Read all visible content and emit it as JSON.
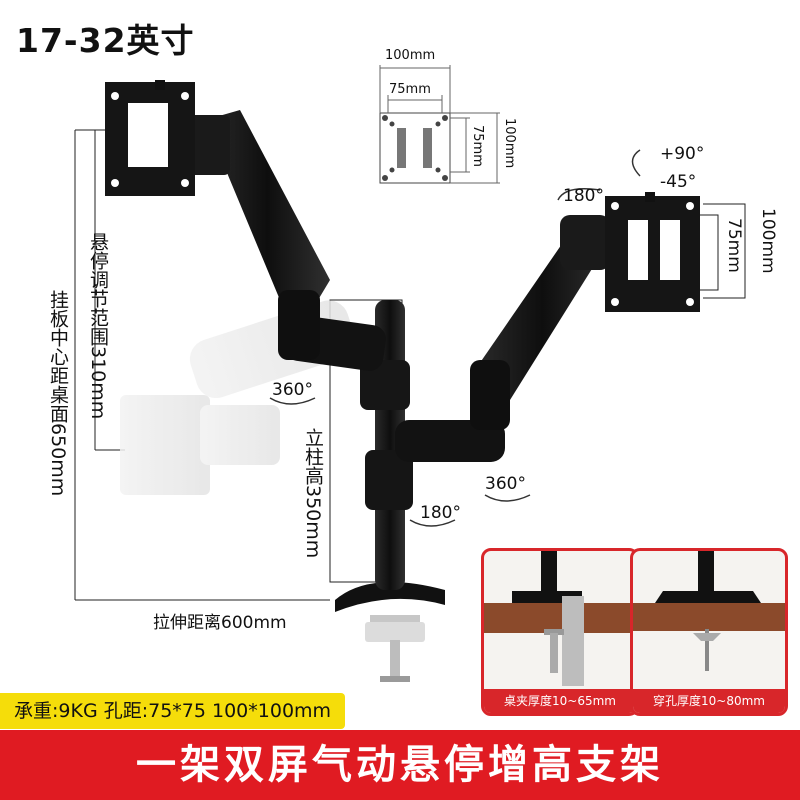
{
  "header": {
    "title": "17-32英寸"
  },
  "dimensions": {
    "panel_height": "挂板中心距桌面650mm",
    "hover_range": "悬停调节范围310mm",
    "pole_height": "立柱高350mm",
    "reach": "拉伸距离600mm"
  },
  "vesa_diagram": {
    "top_100": "100mm",
    "top_75": "75mm",
    "side_75": "75mm",
    "side_100": "100mm"
  },
  "right_plate": {
    "side_75": "75mm",
    "side_100": "100mm",
    "tilt_up": "+90°",
    "tilt_down": "-45°",
    "swivel": "180°"
  },
  "rotations": {
    "arm_left": "360°",
    "arm_right": "360°",
    "pole": "180°"
  },
  "install": {
    "clamp": "桌夹厚度10~65mm",
    "grommet": "穿孔厚度10~80mm"
  },
  "spec_bar": "承重:9KG  孔距:75*75 100*100mm",
  "banner": "一架双屏气动悬停增高支架",
  "colors": {
    "accent": "#e01b22",
    "highlight": "#f5dd0a",
    "metal": "#1c1c1c"
  }
}
